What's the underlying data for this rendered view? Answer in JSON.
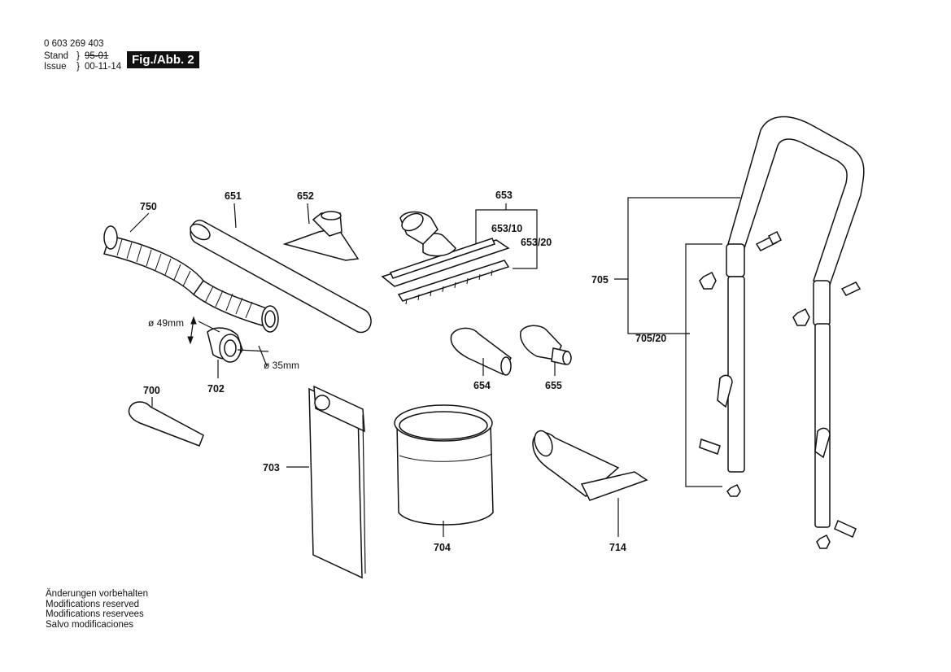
{
  "header": {
    "doc_number": "0 603 269 403",
    "stand_label": "Stand",
    "issue_label": "Issue",
    "stand_value_old": "95-01",
    "issue_value": "00-11-14",
    "figure_badge": "Fig./Abb. 2"
  },
  "footer": {
    "lines": [
      "Änderungen vorbehalten",
      "Modifications reserved",
      "Modifications reservees",
      "Salvo modificaciones"
    ]
  },
  "parts": {
    "p750": "750",
    "p651": "651",
    "p652": "652",
    "p653": "653",
    "p653_10": "653/10",
    "p653_20": "653/20",
    "p705": "705",
    "p705_20": "705/20",
    "p654": "654",
    "p655": "655",
    "p700": "700",
    "p702": "702",
    "p703": "703",
    "p704": "704",
    "p714": "714"
  },
  "dimensions": {
    "d49": "ø 49mm",
    "d35": "ø 35mm"
  }
}
